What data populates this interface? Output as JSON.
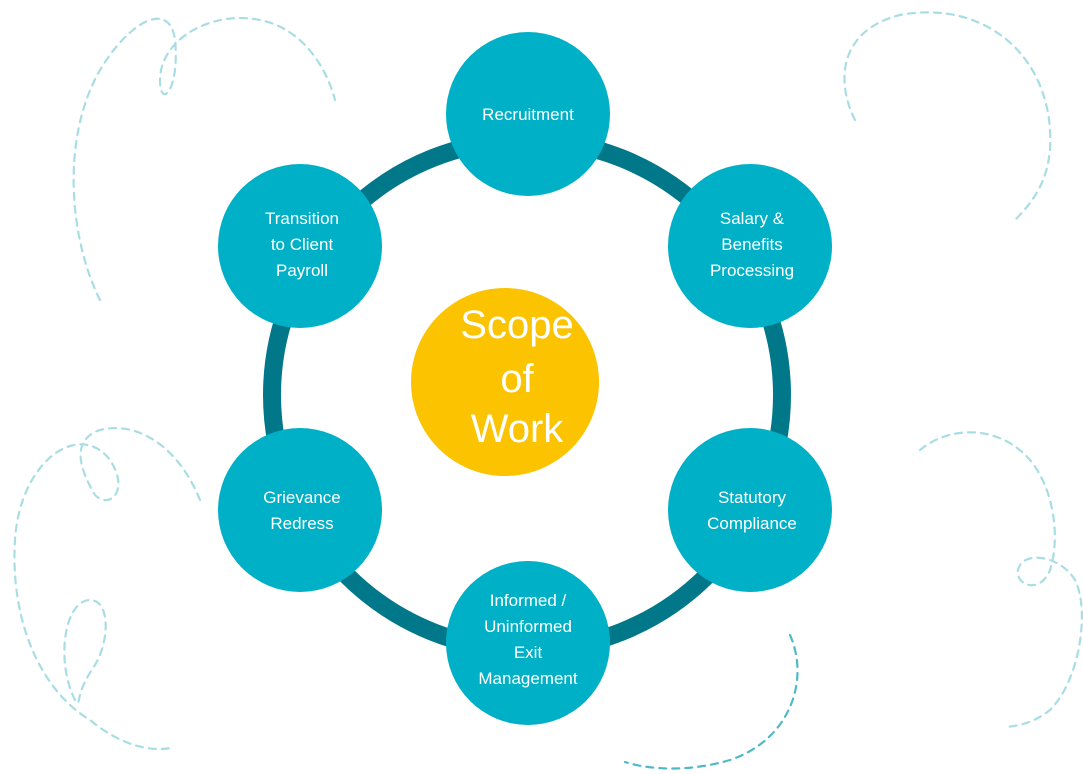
{
  "center": {
    "lines": [
      "Scope",
      "of",
      "Work"
    ]
  },
  "nodes": [
    {
      "id": "recruitment",
      "lines": [
        "Recruitment"
      ]
    },
    {
      "id": "salary-benefits-processing",
      "lines": [
        "Salary &",
        "Benefits",
        "Processing"
      ]
    },
    {
      "id": "statutory-compliance",
      "lines": [
        "Statutory",
        "Compliance"
      ]
    },
    {
      "id": "exit-management",
      "lines": [
        "Informed /",
        "Uninformed",
        "Exit",
        "Management"
      ]
    },
    {
      "id": "grievance-redress",
      "lines": [
        "Grievance",
        "Redress"
      ]
    },
    {
      "id": "transition-client-payroll",
      "lines": [
        "Transition",
        "to Client",
        "Payroll"
      ]
    }
  ],
  "colors": {
    "node_fill": "#00B0C6",
    "ring_stroke": "#00788A",
    "center_fill": "#FBC300",
    "text": "#FFFFFF",
    "doodle_light": "#A9DDE4",
    "doodle_mid": "#4FB9C8"
  }
}
